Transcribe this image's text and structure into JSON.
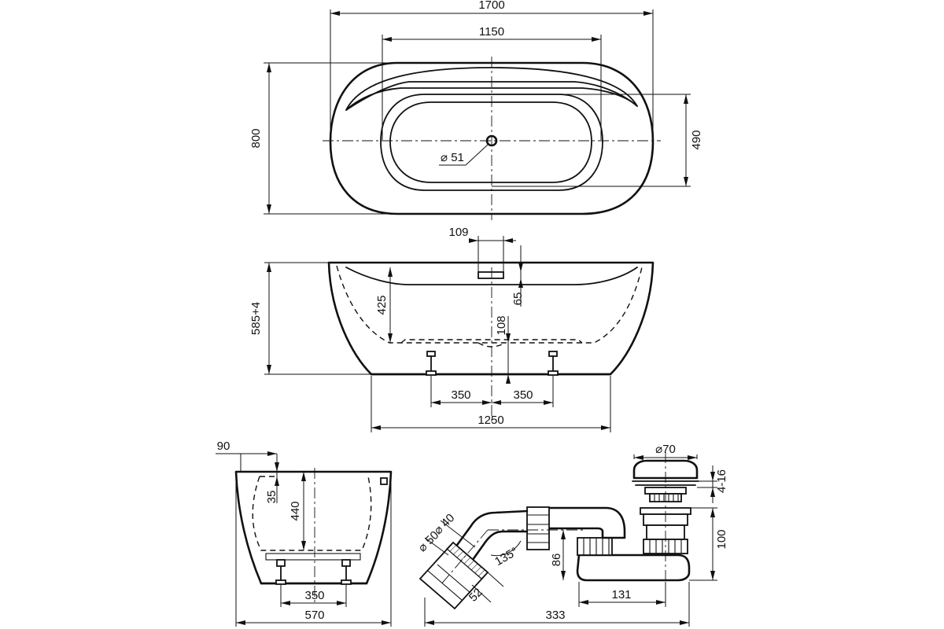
{
  "dimensions": {
    "top_overall_length": "1700",
    "top_inner_length": "1150",
    "top_width": "800",
    "top_inner_width": "490",
    "drain_diameter": "⌀ 51",
    "side_overflow_width": "109",
    "side_height": "585+4",
    "side_depth": "425",
    "side_overflow_height": "65",
    "side_drain_height": "108",
    "side_leg_left": "350",
    "side_leg_right": "350",
    "side_base_length": "1250",
    "end_rim_offset": "90",
    "end_rim_drop": "35",
    "end_depth": "440",
    "end_leg_spacing": "350",
    "end_base_width": "570",
    "drain_cap_diameter": "⌀70",
    "drain_adjust": "4-16",
    "drain_height": "100",
    "pipe_diameter_40": "⌀ 40",
    "pipe_diameter_50": "⌀ 50",
    "pipe_angle": "135°",
    "pipe_length_52": "52",
    "trap_height": "86",
    "trap_length": "131",
    "total_length": "333"
  }
}
